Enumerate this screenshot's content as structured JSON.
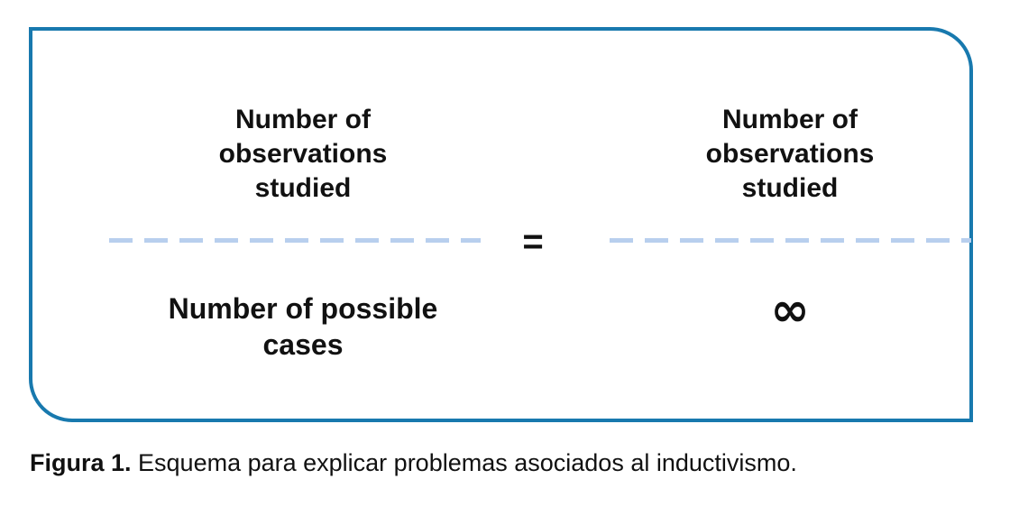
{
  "figure": {
    "left_fraction": {
      "numerator": "Number of\nobservations\nstudied",
      "denominator": "Number of possible\ncases"
    },
    "equals_sign": "=",
    "right_fraction": {
      "numerator": "Number of\nobservations\nstudied",
      "denominator": "∞"
    },
    "colors": {
      "border": "#1879ae",
      "dash": "#b8cfee",
      "text": "#111111"
    }
  },
  "caption": {
    "label": "Figura 1.",
    "text": " Esquema para explicar problemas asociados al inductivismo."
  }
}
